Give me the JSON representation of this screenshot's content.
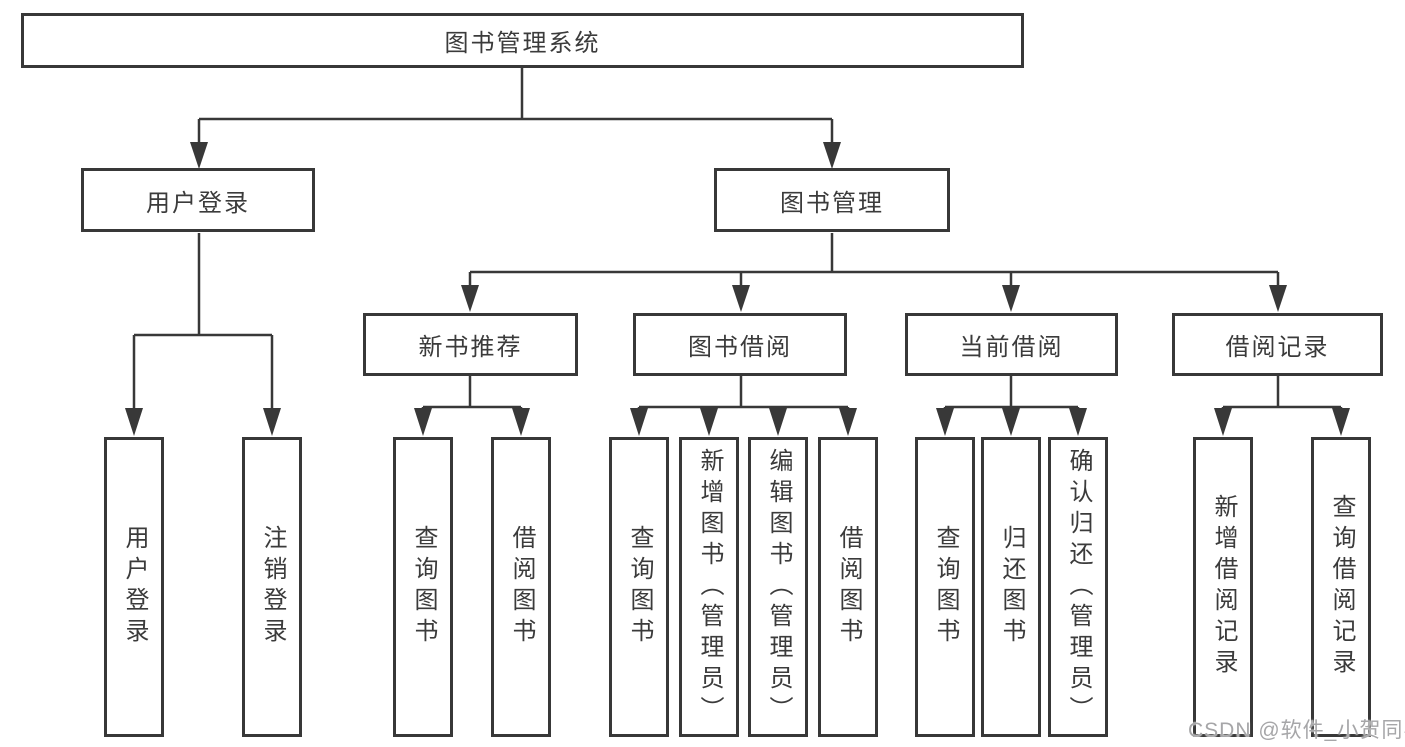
{
  "diagram": {
    "type": "hierarchy",
    "title": "图书管理系统",
    "watermark": "CSDN @软件_小贺同学",
    "colors": {
      "line": "#383838",
      "text": "#3b3b3b",
      "background": "#ffffff"
    }
  },
  "tree": {
    "root": {
      "label": "图书管理系统",
      "children": [
        {
          "label": "用户登录",
          "children": [
            {
              "label": "用户登录"
            },
            {
              "label": "注销登录"
            }
          ]
        },
        {
          "label": "图书管理",
          "children": [
            {
              "label": "新书推荐",
              "children": [
                {
                  "label": "查询图书"
                },
                {
                  "label": "借阅图书"
                }
              ]
            },
            {
              "label": "图书借阅",
              "children": [
                {
                  "label": "查询图书"
                },
                {
                  "label": "新增图书（管理员）"
                },
                {
                  "label": "编辑图书（管理员）"
                },
                {
                  "label": "借阅图书"
                }
              ]
            },
            {
              "label": "当前借阅",
              "children": [
                {
                  "label": "查询图书"
                },
                {
                  "label": "归还图书"
                },
                {
                  "label": "确认归还（管理员）"
                }
              ]
            },
            {
              "label": "借阅记录",
              "children": [
                {
                  "label": "新增借阅记录"
                },
                {
                  "label": "查询借阅记录"
                }
              ]
            }
          ]
        }
      ]
    }
  }
}
